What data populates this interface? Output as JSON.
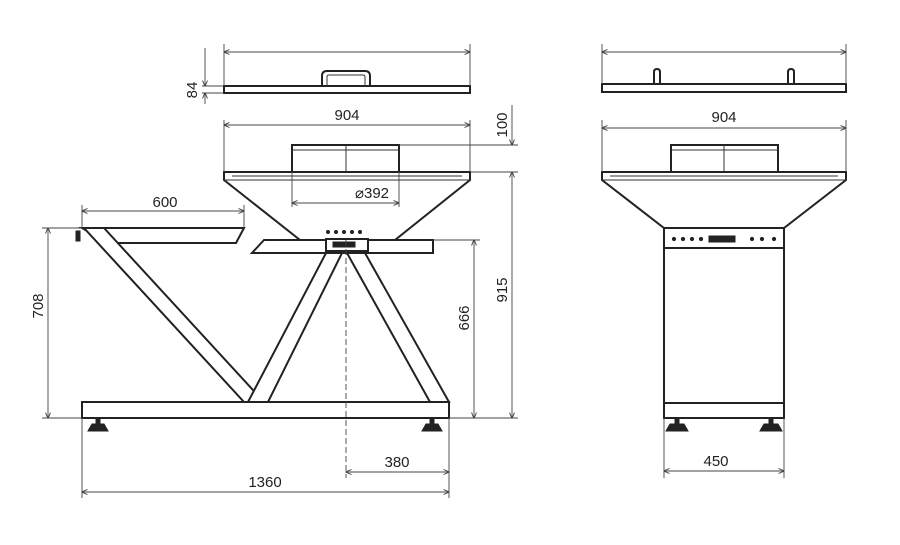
{
  "dimensions": {
    "lid_height": "84",
    "top_width_left": "904",
    "top_rim_height": "100",
    "bowl_diameter": "⌀392",
    "shelf_width": "600",
    "total_height": "915",
    "table_height": "666",
    "shelf_height": "708",
    "post_offset": "380",
    "base_length": "1360",
    "top_width_right": "904",
    "base_depth": "450"
  },
  "colors": {
    "line": "#222222",
    "background": "#ffffff"
  }
}
